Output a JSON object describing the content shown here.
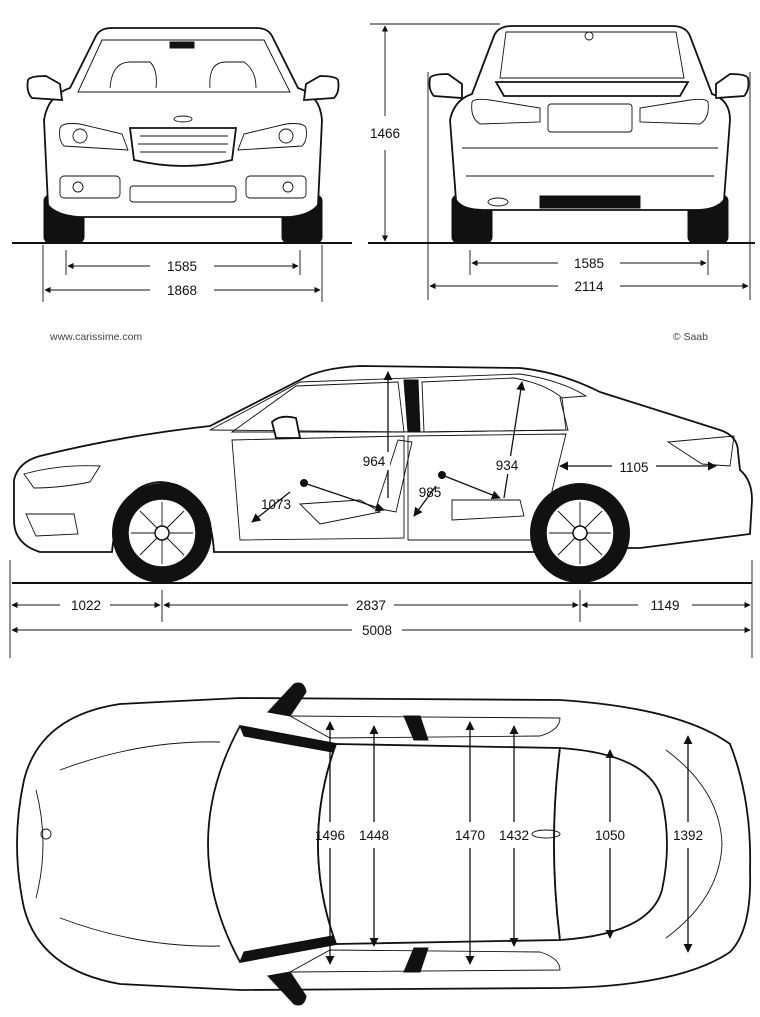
{
  "front_view": {
    "track": "1585",
    "width": "1868"
  },
  "rear_view": {
    "height": "1466",
    "track": "1585",
    "width_with_mirrors": "2114"
  },
  "credits": {
    "website": "www.carissime.com",
    "copyright": "© Saab"
  },
  "side_view": {
    "front_headroom": "964",
    "rear_headroom": "934",
    "front_legroom": "1073",
    "rear_legroom": "985",
    "trunk_length": "1105",
    "front_overhang": "1022",
    "wheelbase": "2837",
    "rear_overhang": "1149",
    "length": "5008"
  },
  "top_view": {
    "front_shoulder": "1496",
    "front_hip": "1448",
    "rear_shoulder": "1470",
    "rear_hip": "1432",
    "trunk_opening": "1050",
    "trunk_width": "1392"
  }
}
